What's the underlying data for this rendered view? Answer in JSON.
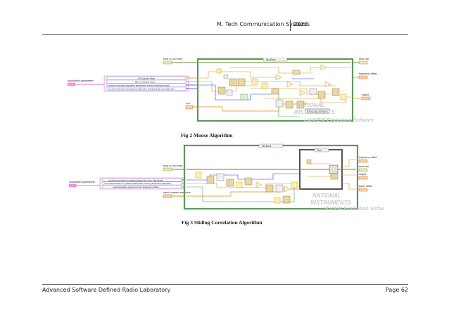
{
  "header": {
    "title": "M. Tech Communication Systems",
    "year": "2022"
  },
  "figure1": {
    "caption": "Fig 2 Moose Algorithm",
    "error_in": "error in (no error)",
    "error_out": "error out",
    "case_label": "No Error",
    "modulation_parameters": "modulation parameters",
    "params": [
      "RS [Sample Rate]",
      "RS oversample factor",
      "channel estimation/equalizer parameters channel estimate length",
      "control information for packet header.Sub Training Sequence (Sample)"
    ],
    "frequency_offset": "frequency offset",
    "output": "output",
    "input": "input",
    "ramp_label": "Ramp By Samples"
  },
  "figure2": {
    "caption": "Fig 3 Sliding Correlation Algorithm",
    "case_label": "No Error",
    "true_label": "True",
    "error_in": "error in (no error)",
    "error_out": "error out",
    "modulation_parameters": "modulation parameters",
    "params": [
      "control information for packet header.Sub Zero Pad Length",
      "control information for packet header.Sub Training Sequence (Samples)",
      "synchronization options.Correct Frequency Offset"
    ],
    "input_complex": "input complex waveform",
    "frequency_offset": "frequency offset",
    "output": "output",
    "frame_offset": "frame offset"
  },
  "watermark": {
    "line1": "NATIONAL",
    "line2": "INSTRUMENTS",
    "line3": "LabVIEW Evaluation Software"
  },
  "footer": {
    "left": "Advanced Software Defined Radio Laboratory",
    "right": "Page 62"
  },
  "colors": {
    "wire_pink": "#e040c8",
    "wire_orange": "#e88a1a",
    "wire_blue": "#2a3bd8",
    "wire_green": "#3aa83a",
    "frame": "#5a9a5a"
  }
}
